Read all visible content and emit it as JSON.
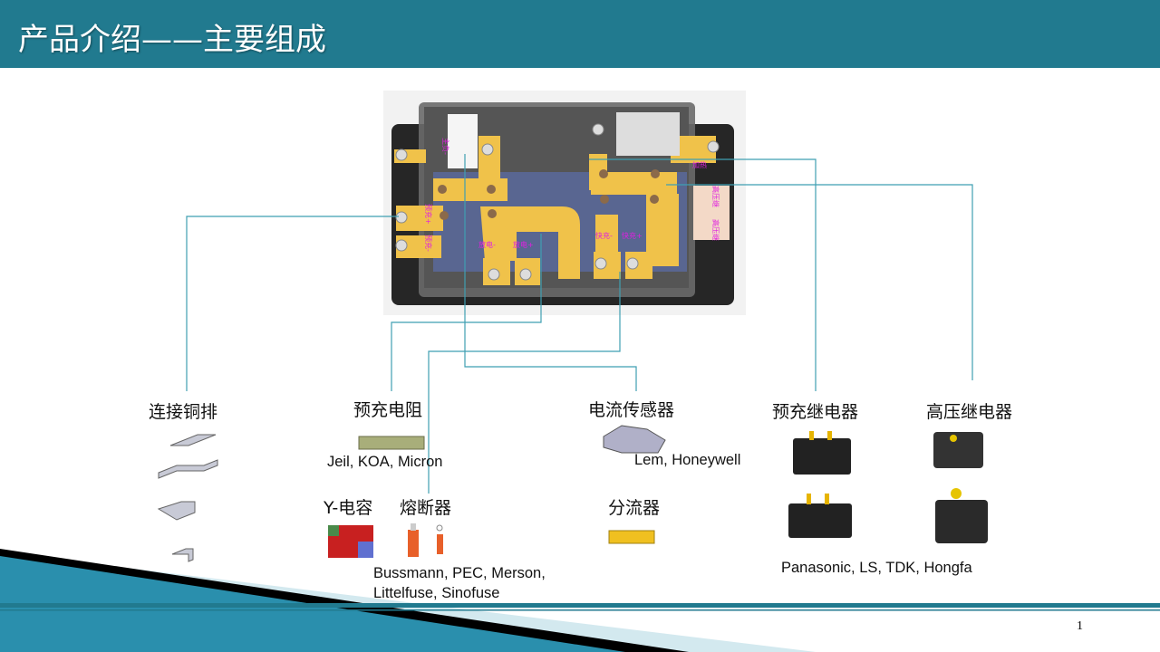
{
  "slide": {
    "title": "产品介绍——主要组成",
    "page_number": "1"
  },
  "components": [
    {
      "label": "连接铜排"
    },
    {
      "label": "预充电阻",
      "vendors": "Jeil, KOA, Micron"
    },
    {
      "label": "电流传感器",
      "vendors": "Lem, Honeywell"
    },
    {
      "label": "预充继电器"
    },
    {
      "label": "高压继电器",
      "vendors": "Panasonic, LS, TDK, Hongfa"
    },
    {
      "label": "Y-电容"
    },
    {
      "label": "熔断器",
      "vendors_line1": "Bussmann, PEC, Merson,",
      "vendors_line2": "Littelfuse, Sinofuse"
    },
    {
      "label": "分流器"
    }
  ],
  "diagram_labels": {
    "precharge_minus": "预充-",
    "precharge_plus": "预充+",
    "discharge_minus": "放电-",
    "discharge_plus": "放电+",
    "fast_minus": "快充-",
    "fast_plus": "快充+",
    "heater": "加热",
    "hv1": "高压继",
    "hv2": "高压继",
    "main_minus": "主负-"
  },
  "colors": {
    "header": "#217a8f",
    "leader": "#3f9fb2",
    "busbar": "#f0c24a",
    "label_magenta": "#e020e0"
  }
}
